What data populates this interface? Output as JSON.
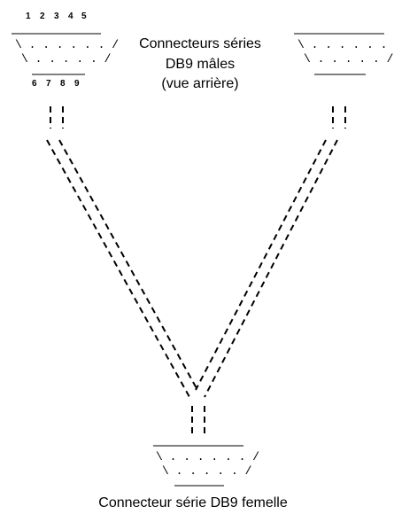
{
  "pin_labels_top": [
    "1",
    "2",
    "3",
    "4",
    "5"
  ],
  "pin_labels_bottom": [
    "6",
    "7",
    "8",
    "9"
  ],
  "title_lines": [
    "Connecteurs séries",
    "DB9 mâles",
    "(vue arrière)"
  ],
  "bottom_caption": "Connecteur série DB9 femelle",
  "connector_rows": {
    "row5": "\\ . . . . . . /",
    "row4": "\\ . . . . . /",
    "row3": "\\ . . . . /",
    "row2": "\\ . . . /"
  },
  "colors": {
    "ink": "#000000",
    "background": "#ffffff"
  }
}
